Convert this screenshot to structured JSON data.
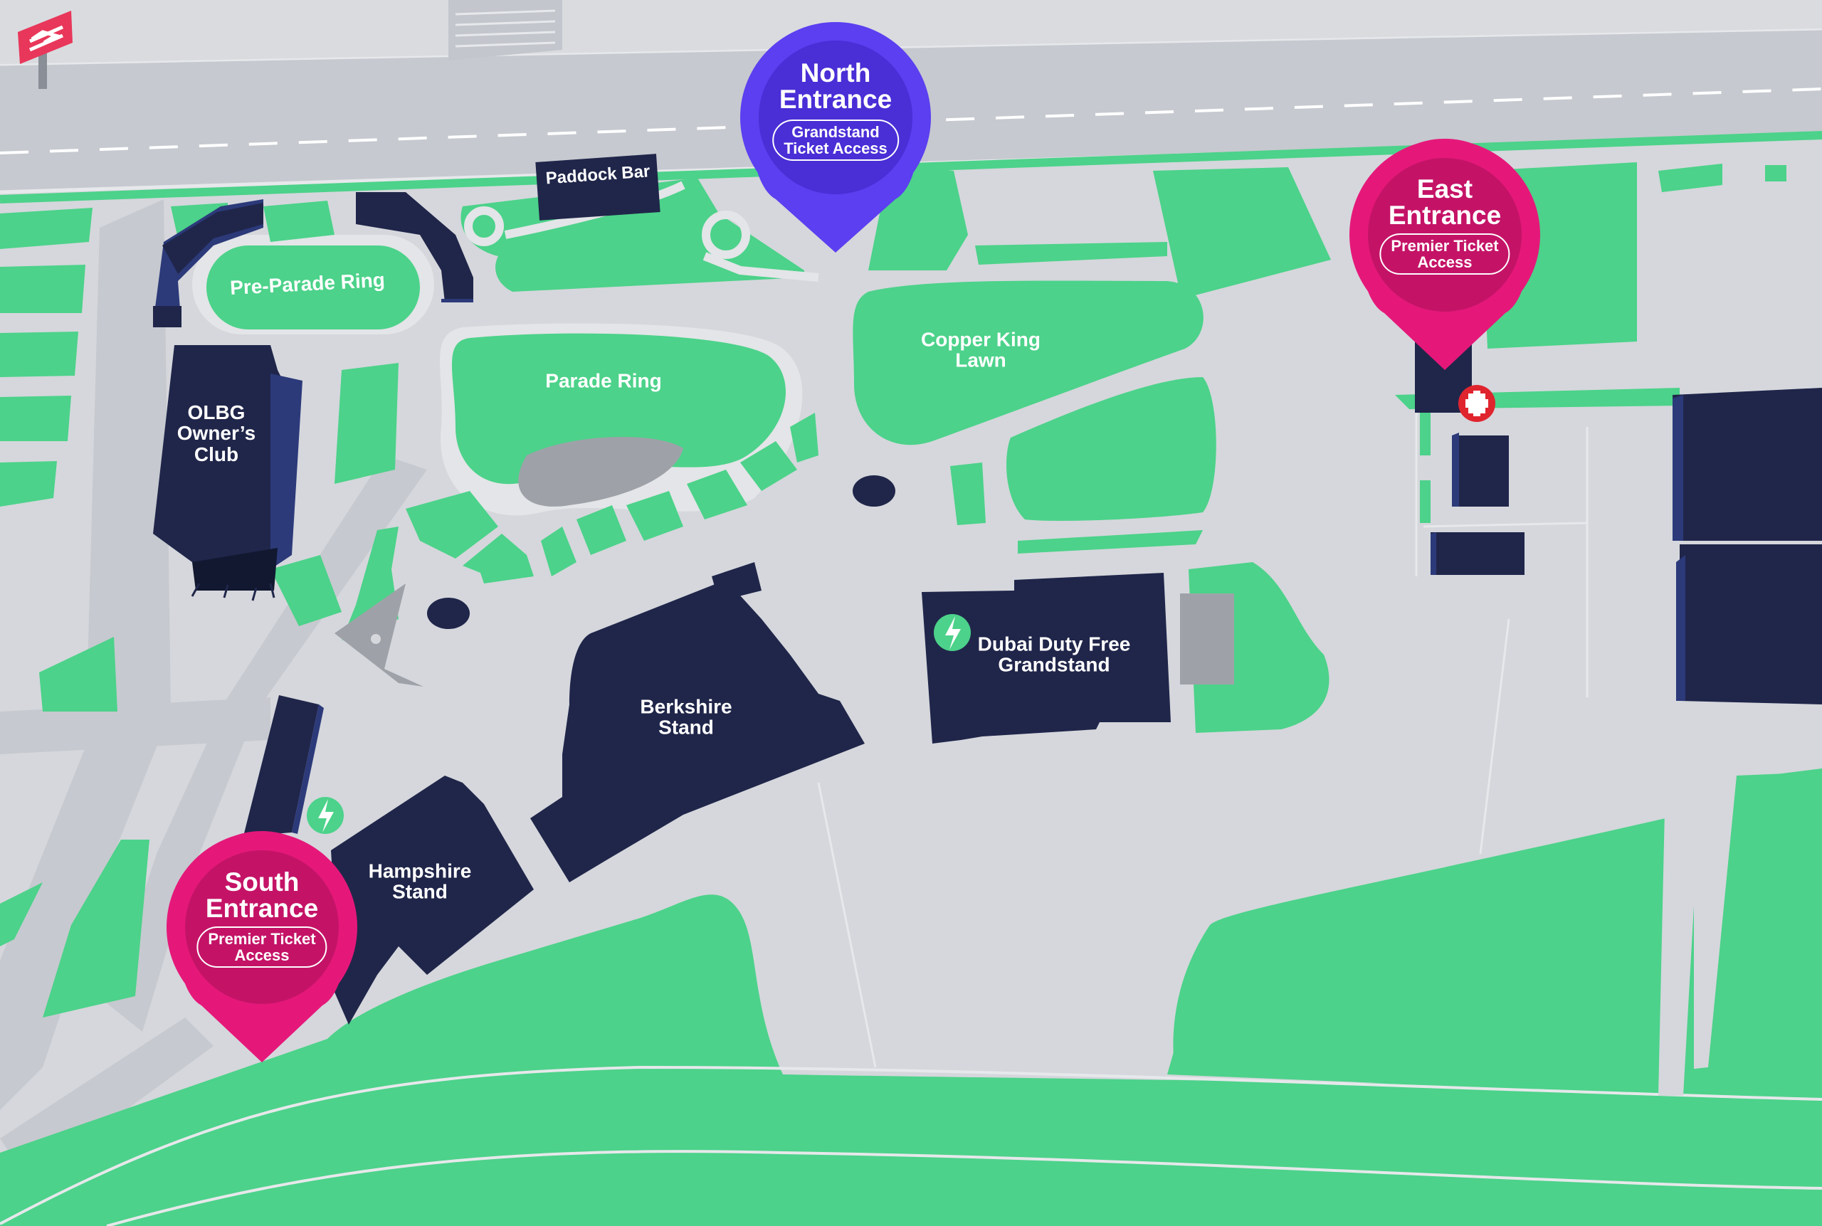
{
  "colors": {
    "ground": "#d5d7dc",
    "road": "#c6c9cf",
    "path": "#e3e5e8",
    "grass": "#4cd28a",
    "building": "#20264a",
    "building_side": "#2c3a7a",
    "concrete": "#9ea2a8",
    "north_pin": "#5b3ff0",
    "entrance_pin": "#e5187a",
    "first_aid": "#e0242e",
    "ev_charger": "#4cd28a",
    "rail": "#e8375a"
  },
  "icons": {
    "rail": "national-rail-icon",
    "first_aid": "first-aid-cross-icon",
    "ev_charger": "lightning-bolt-icon"
  },
  "labels": {
    "paddock_bar": "Paddock Bar",
    "pre_parade_ring": "Pre-Parade Ring",
    "parade_ring": "Parade Ring",
    "copper_king_lawn": "Copper King\nLawn",
    "olbg_owners_club": "OLBG\nOwner’s\nClub",
    "berkshire_stand": "Berkshire\nStand",
    "dubai_duty_free_grandstand": "Dubai Duty Free\nGrandstand",
    "hampshire_stand": "Hampshire\nStand"
  },
  "entrances": {
    "north": {
      "title": "North\nEntrance",
      "badge": "Grandstand\nTicket Access"
    },
    "east": {
      "title": "East\nEntrance",
      "badge": "Premier Ticket\nAccess"
    },
    "south": {
      "title": "South\nEntrance",
      "badge": "Premier Ticket\nAccess"
    }
  }
}
